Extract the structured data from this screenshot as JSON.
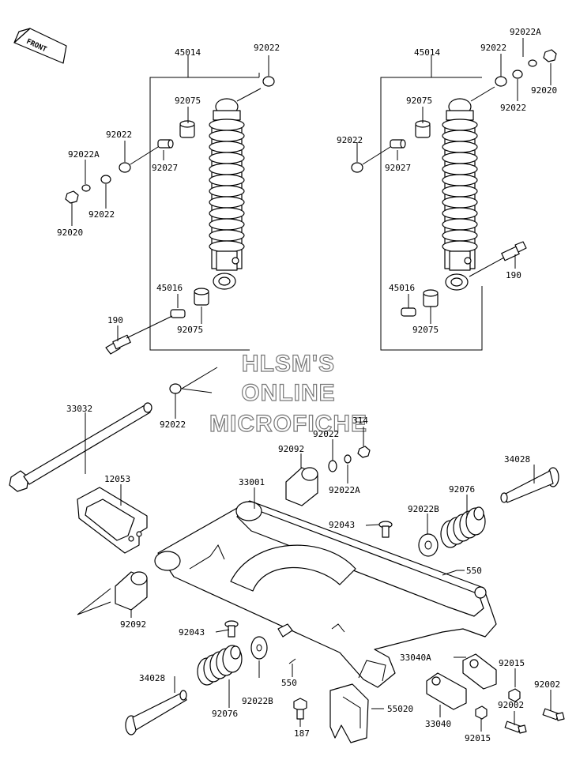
{
  "watermark": {
    "line1": "HLSM'S",
    "line2": "ONLINE",
    "line3": "MICROFICHE"
  },
  "front_arrow": "FRONT",
  "labels": {
    "l45014a": "45014",
    "l92022a": "92022",
    "l92075a": "92075",
    "l92022b": "92022",
    "l92027a": "92027",
    "l92022Aa": "92022A",
    "l92022c": "92022",
    "l92020a": "92020",
    "l45016a": "45016",
    "l92075b": "92075",
    "l190a": "190",
    "l45014b": "45014",
    "l92022Ab": "92022A",
    "l92022d": "92022",
    "l92020b": "92020",
    "l92022e": "92022",
    "l92075c": "92075",
    "l92022f": "92022",
    "l92027b": "92027",
    "l190b": "190",
    "l45016b": "45016",
    "l92075d": "92075",
    "l92022g": "92022",
    "l33032": "33032",
    "l314": "314",
    "l92022h": "92022",
    "l92092a": "92092",
    "l92022Ac": "92022A",
    "l12053": "12053",
    "l33001": "33001",
    "l34028a": "34028",
    "l92076a": "92076",
    "l92022Ba": "92022B",
    "l92043a": "92043",
    "l550a": "550",
    "l92092b": "92092",
    "l92043b": "92043",
    "l550b": "550",
    "l33040A": "33040A",
    "l92015a": "92015",
    "l92002a": "92002",
    "l34028b": "34028",
    "l92076b": "92076",
    "l92022Bb": "92022B",
    "l187": "187",
    "l55020": "55020",
    "l33040": "33040",
    "l92015b": "92015",
    "l92002b": "92002"
  }
}
